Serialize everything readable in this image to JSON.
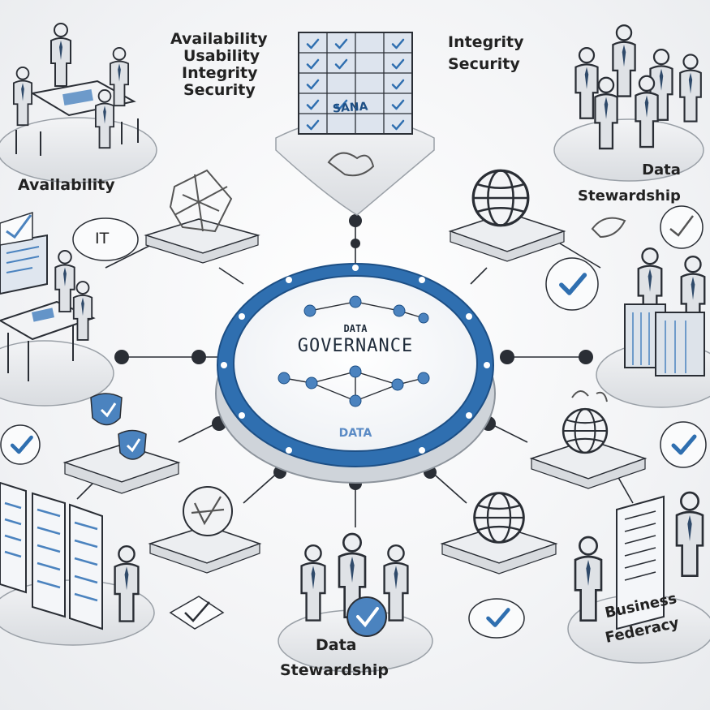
{
  "center": {
    "small_title": "DATA",
    "title": "GOVERNANCE",
    "ring_label": "DATA"
  },
  "labels": {
    "top_left_stack": [
      "Availability",
      "Usability",
      "Integrity",
      "Security"
    ],
    "top_right_stack": [
      "Integrity",
      "Security"
    ],
    "left_availability": "Availability",
    "it_bubble": "IT",
    "top_right_stewardship": [
      "Data",
      "Stewardship"
    ],
    "bottom_stewardship": [
      "Data",
      "Stewardship"
    ],
    "bottom_right_business": [
      "Business",
      "Federacy"
    ],
    "board_sign": "SANA"
  },
  "colors": {
    "accent": "#2f6fb0",
    "ink": "#2a2e35",
    "platform": "#e6e8eb"
  }
}
